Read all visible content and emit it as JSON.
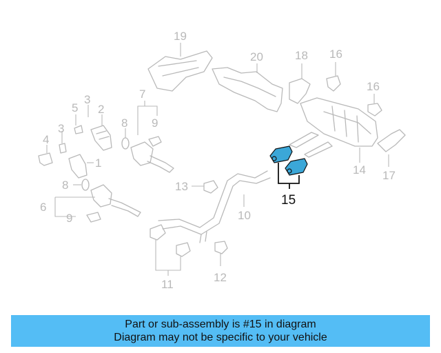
{
  "diagram": {
    "callouts": {
      "n1": "1",
      "n2": "2",
      "n3a": "3",
      "n3b": "3",
      "n4": "4",
      "n5": "5",
      "n6": "6",
      "n7": "7",
      "n8a": "8",
      "n8b": "8",
      "n9a": "9",
      "n9b": "9",
      "n10": "10",
      "n11": "11",
      "n12": "12",
      "n13": "13",
      "n14": "14",
      "n15": "15",
      "n16a": "16",
      "n16b": "16",
      "n17": "17",
      "n18": "18",
      "n19": "19",
      "n20": "20"
    },
    "highlight_color": "#3ba7d8"
  },
  "banner": {
    "line1": "Part or sub-assembly is #15 in diagram",
    "line2": "Diagram may not be specific to your vehicle",
    "background": "#54bdf5"
  }
}
